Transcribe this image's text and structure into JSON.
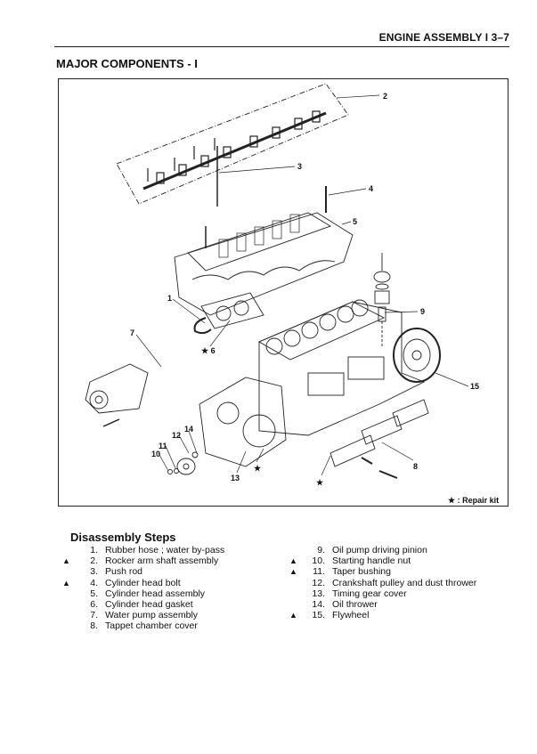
{
  "header": {
    "title": "ENGINE ASSEMBLY  I  3–7"
  },
  "section_title": "MAJOR COMPONENTS - I",
  "figure": {
    "callouts": {
      "c1": "1",
      "c2": "2",
      "c3": "3",
      "c4": "4",
      "c5": "5",
      "c6": "★ 6",
      "c7": "7",
      "c8": "8",
      "c9": "9",
      "c10": "10",
      "c11": "11",
      "c12": "12",
      "c13": "13",
      "c14": "14",
      "c15": "15",
      "star_a": "★",
      "star_b": "★"
    },
    "legend": "★ : Repair kit"
  },
  "steps": {
    "title": "Disassembly Steps",
    "items": [
      {
        "mark": "",
        "num": "1.",
        "text": "Rubber hose ; water by-pass"
      },
      {
        "mark": "▲",
        "num": "2.",
        "text": "Rocker arm shaft assembly"
      },
      {
        "mark": "",
        "num": "3.",
        "text": "Push rod"
      },
      {
        "mark": "▲",
        "num": "4.",
        "text": "Cylinder head bolt"
      },
      {
        "mark": "",
        "num": "5.",
        "text": "Cylinder head assembly"
      },
      {
        "mark": "",
        "num": "6.",
        "text": "Cylinder head gasket"
      },
      {
        "mark": "",
        "num": "7.",
        "text": "Water pump assembly"
      },
      {
        "mark": "",
        "num": "8.",
        "text": "Tappet chamber cover"
      },
      {
        "mark": "",
        "num": "9.",
        "text": "Oil pump driving pinion"
      },
      {
        "mark": "▲",
        "num": "10.",
        "text": "Starting handle nut"
      },
      {
        "mark": "▲",
        "num": "11.",
        "text": "Taper bushing"
      },
      {
        "mark": "",
        "num": "12.",
        "text": "Crankshaft pulley and dust thrower"
      },
      {
        "mark": "",
        "num": "13.",
        "text": "Timing gear cover"
      },
      {
        "mark": "",
        "num": "14.",
        "text": "Oil thrower"
      },
      {
        "mark": "▲",
        "num": "15.",
        "text": "Flywheel"
      }
    ]
  }
}
